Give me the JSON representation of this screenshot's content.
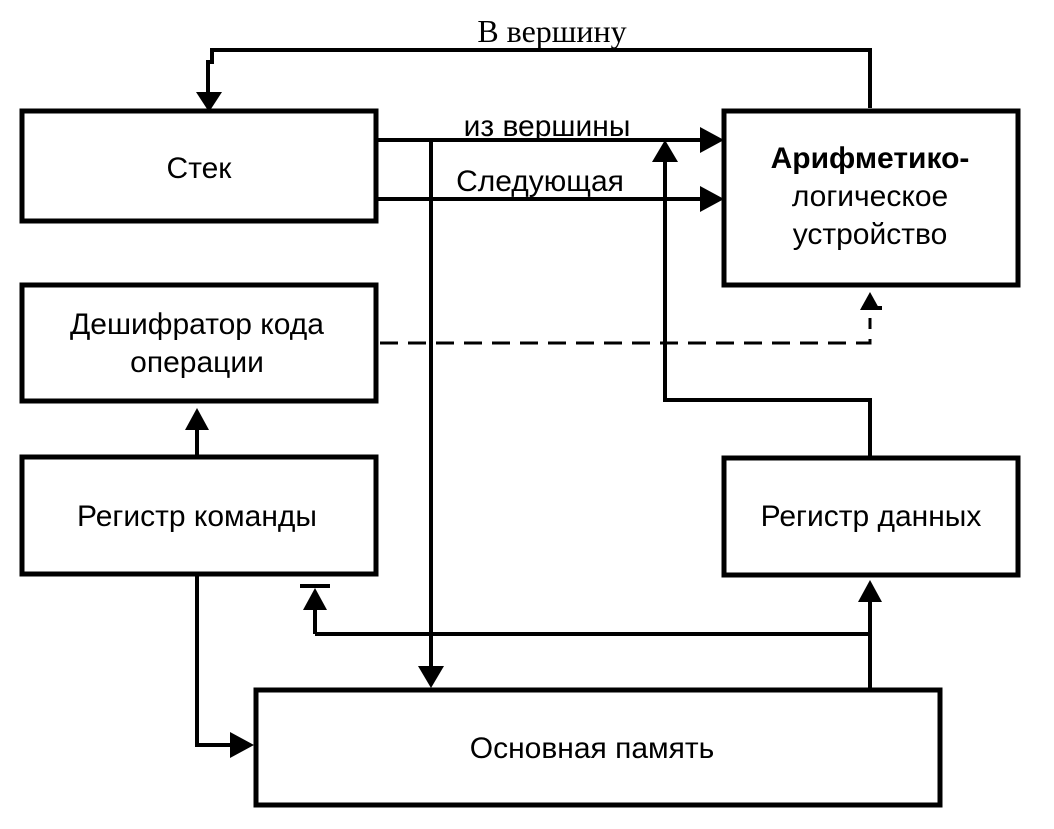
{
  "blocks": {
    "stack": "Стек",
    "alu": [
      "Арифметико-",
      "логическое",
      "устройство"
    ],
    "decoder": [
      "Дешифратор кода",
      "операции"
    ],
    "instruction_register": "Регистр команды",
    "data_register": "Регистр данных",
    "main_memory": "Основная память"
  },
  "links": {
    "to_top": "В вершину",
    "from_top": "из вершины",
    "next": "Следующая"
  }
}
